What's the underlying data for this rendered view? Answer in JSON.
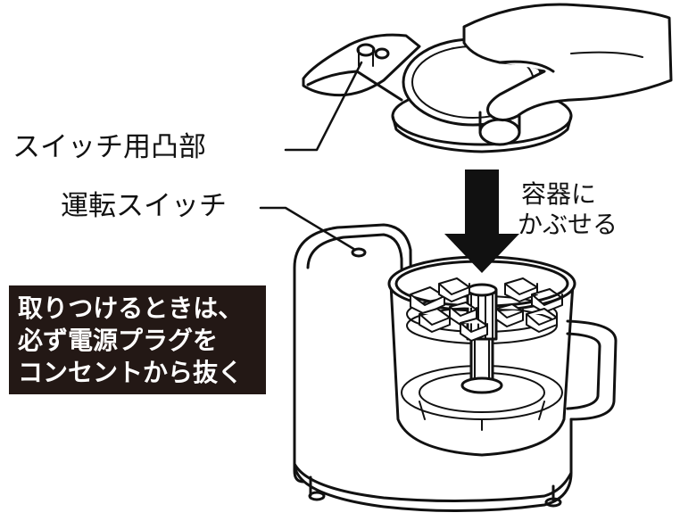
{
  "labels": {
    "switch_protrusion": "スイッチ用凸部",
    "run_switch": "運転スイッチ",
    "instruction_line1": "容器に",
    "instruction_line2": "かぶせる"
  },
  "warning": {
    "line1": "取りつけるときは、",
    "line2": "必ず電源プラグを",
    "line3": "コンセントから抜く"
  },
  "colors": {
    "ink": "#111111",
    "warning_bg": "#231815",
    "warning_text": "#ffffff",
    "paper": "#ffffff"
  }
}
